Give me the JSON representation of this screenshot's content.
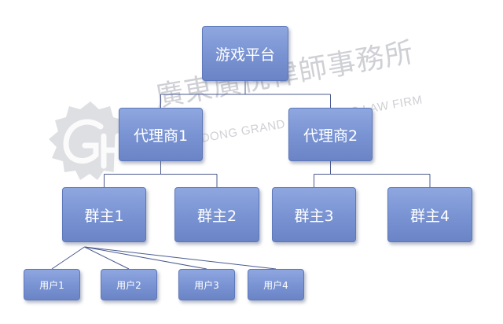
{
  "watermark": {
    "chinese_name": "廣東廣悅律師事務所",
    "english_name": "GUANGDONG GRAND & HOLDERS LAW FIRM",
    "logo_icon": "gh-monogram-logo-icon"
  },
  "org_chart": {
    "root": {
      "label": "游戏平台"
    },
    "agents": [
      {
        "label": "代理商1"
      },
      {
        "label": "代理商2"
      }
    ],
    "group_owners": [
      {
        "label": "群主1",
        "agent": 0
      },
      {
        "label": "群主2",
        "agent": 0
      },
      {
        "label": "群主3",
        "agent": 1
      },
      {
        "label": "群主4",
        "agent": 1
      }
    ],
    "users": [
      {
        "label": "用户1",
        "group_owner": 0
      },
      {
        "label": "用户2",
        "group_owner": 0
      },
      {
        "label": "用户3",
        "group_owner": 0
      },
      {
        "label": "用户4",
        "group_owner": 0
      }
    ]
  },
  "colors": {
    "node_fill": "#7892d2",
    "node_border": "#5d77b8",
    "node_text": "#ffffff",
    "connector": "#4a5a90",
    "watermark": "#a8abb3"
  }
}
